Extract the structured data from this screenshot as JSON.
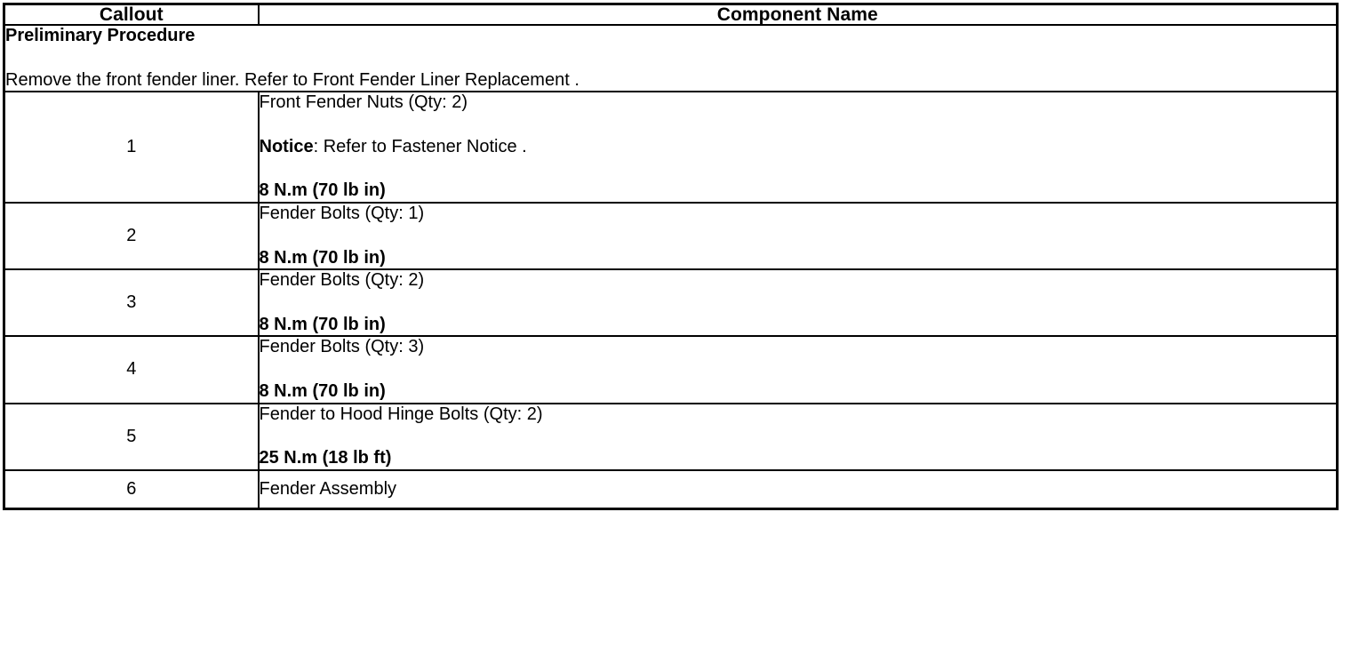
{
  "document": {
    "type": "service-procedure-table",
    "text_color": "#000000",
    "background_color": "#ffffff",
    "border_color": "#000000"
  },
  "table": {
    "headers": {
      "callout": "Callout",
      "component_name": "Component Name"
    },
    "preliminary": {
      "title": "Preliminary Procedure",
      "text": "Remove the front fender liner. Refer to Front Fender Liner Replacement ."
    },
    "rows": [
      {
        "callout": "1",
        "lines": [
          {
            "text": "Front Fender Nuts (Qty: 2)",
            "style": "normal"
          },
          {
            "lead": "Notice",
            "text": ": Refer to Fastener Notice .",
            "style": "lead-bold"
          },
          {
            "text": "8 N.m (70 lb in)",
            "style": "bold"
          }
        ]
      },
      {
        "callout": "2",
        "lines": [
          {
            "text": "Fender Bolts (Qty: 1)",
            "style": "normal"
          },
          {
            "text": "8 N.m (70 lb in)",
            "style": "bold"
          }
        ]
      },
      {
        "callout": "3",
        "lines": [
          {
            "text": "Fender Bolts (Qty: 2)",
            "style": "normal"
          },
          {
            "text": "8 N.m (70 lb in)",
            "style": "bold"
          }
        ]
      },
      {
        "callout": "4",
        "lines": [
          {
            "text": "Fender Bolts (Qty: 3)",
            "style": "normal"
          },
          {
            "text": "8 N.m (70 lb in)",
            "style": "bold"
          }
        ]
      },
      {
        "callout": "5",
        "lines": [
          {
            "text": "Fender to Hood Hinge Bolts (Qty: 2)",
            "style": "normal"
          },
          {
            "text": "25 N.m (18 lb ft)",
            "style": "bold"
          }
        ]
      },
      {
        "callout": "6",
        "lines": [
          {
            "text": "Fender Assembly",
            "style": "normal"
          }
        ]
      }
    ]
  }
}
